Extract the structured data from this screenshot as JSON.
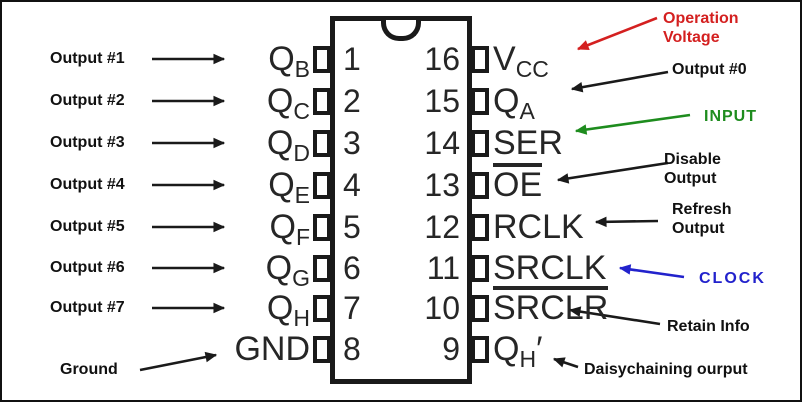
{
  "diagram": {
    "type": "ic-pinout",
    "package": "DIP-16",
    "colors": {
      "ink": "#1a1a1a",
      "red": "#d42020",
      "green": "#1e8c1e",
      "blue": "#2222cc"
    }
  },
  "pins": {
    "left": [
      {
        "number": "1",
        "main": "Q",
        "sub": "B",
        "label": "Output #1"
      },
      {
        "number": "2",
        "main": "Q",
        "sub": "C",
        "label": "Output #2"
      },
      {
        "number": "3",
        "main": "Q",
        "sub": "D",
        "label": "Output #3"
      },
      {
        "number": "4",
        "main": "Q",
        "sub": "E",
        "label": "Output #4"
      },
      {
        "number": "5",
        "main": "Q",
        "sub": "F",
        "label": "Output #5"
      },
      {
        "number": "6",
        "main": "Q",
        "sub": "G",
        "label": "Output #6"
      },
      {
        "number": "7",
        "main": "Q",
        "sub": "H",
        "label": "Output #7"
      },
      {
        "number": "8",
        "main": "GND",
        "sub": "",
        "label": "Ground"
      }
    ],
    "right": [
      {
        "number": "16",
        "main": "V",
        "sub": "CC",
        "label": "Operation Voltage",
        "label_color": "red"
      },
      {
        "number": "15",
        "main": "Q",
        "sub": "A",
        "label": "Output #0",
        "label_color": "black"
      },
      {
        "number": "14",
        "main": "SER",
        "sub": "",
        "label": "INPUT",
        "label_color": "green"
      },
      {
        "number": "13",
        "main": "OE",
        "sub": "",
        "overline": true,
        "label": "Disable Output",
        "label_color": "black"
      },
      {
        "number": "12",
        "main": "RCLK",
        "sub": "",
        "label": "Refresh Output",
        "label_color": "black"
      },
      {
        "number": "11",
        "main": "SRCLK",
        "sub": "",
        "label": "CLOCK",
        "label_color": "blue"
      },
      {
        "number": "10",
        "main": "SRCLR",
        "sub": "",
        "overline": true,
        "label": "Retain Info",
        "label_color": "black"
      },
      {
        "number": "9",
        "main": "Q",
        "sub": "H",
        "suffix": "′",
        "label": "Daisychaining ourput",
        "label_color": "black"
      }
    ]
  }
}
